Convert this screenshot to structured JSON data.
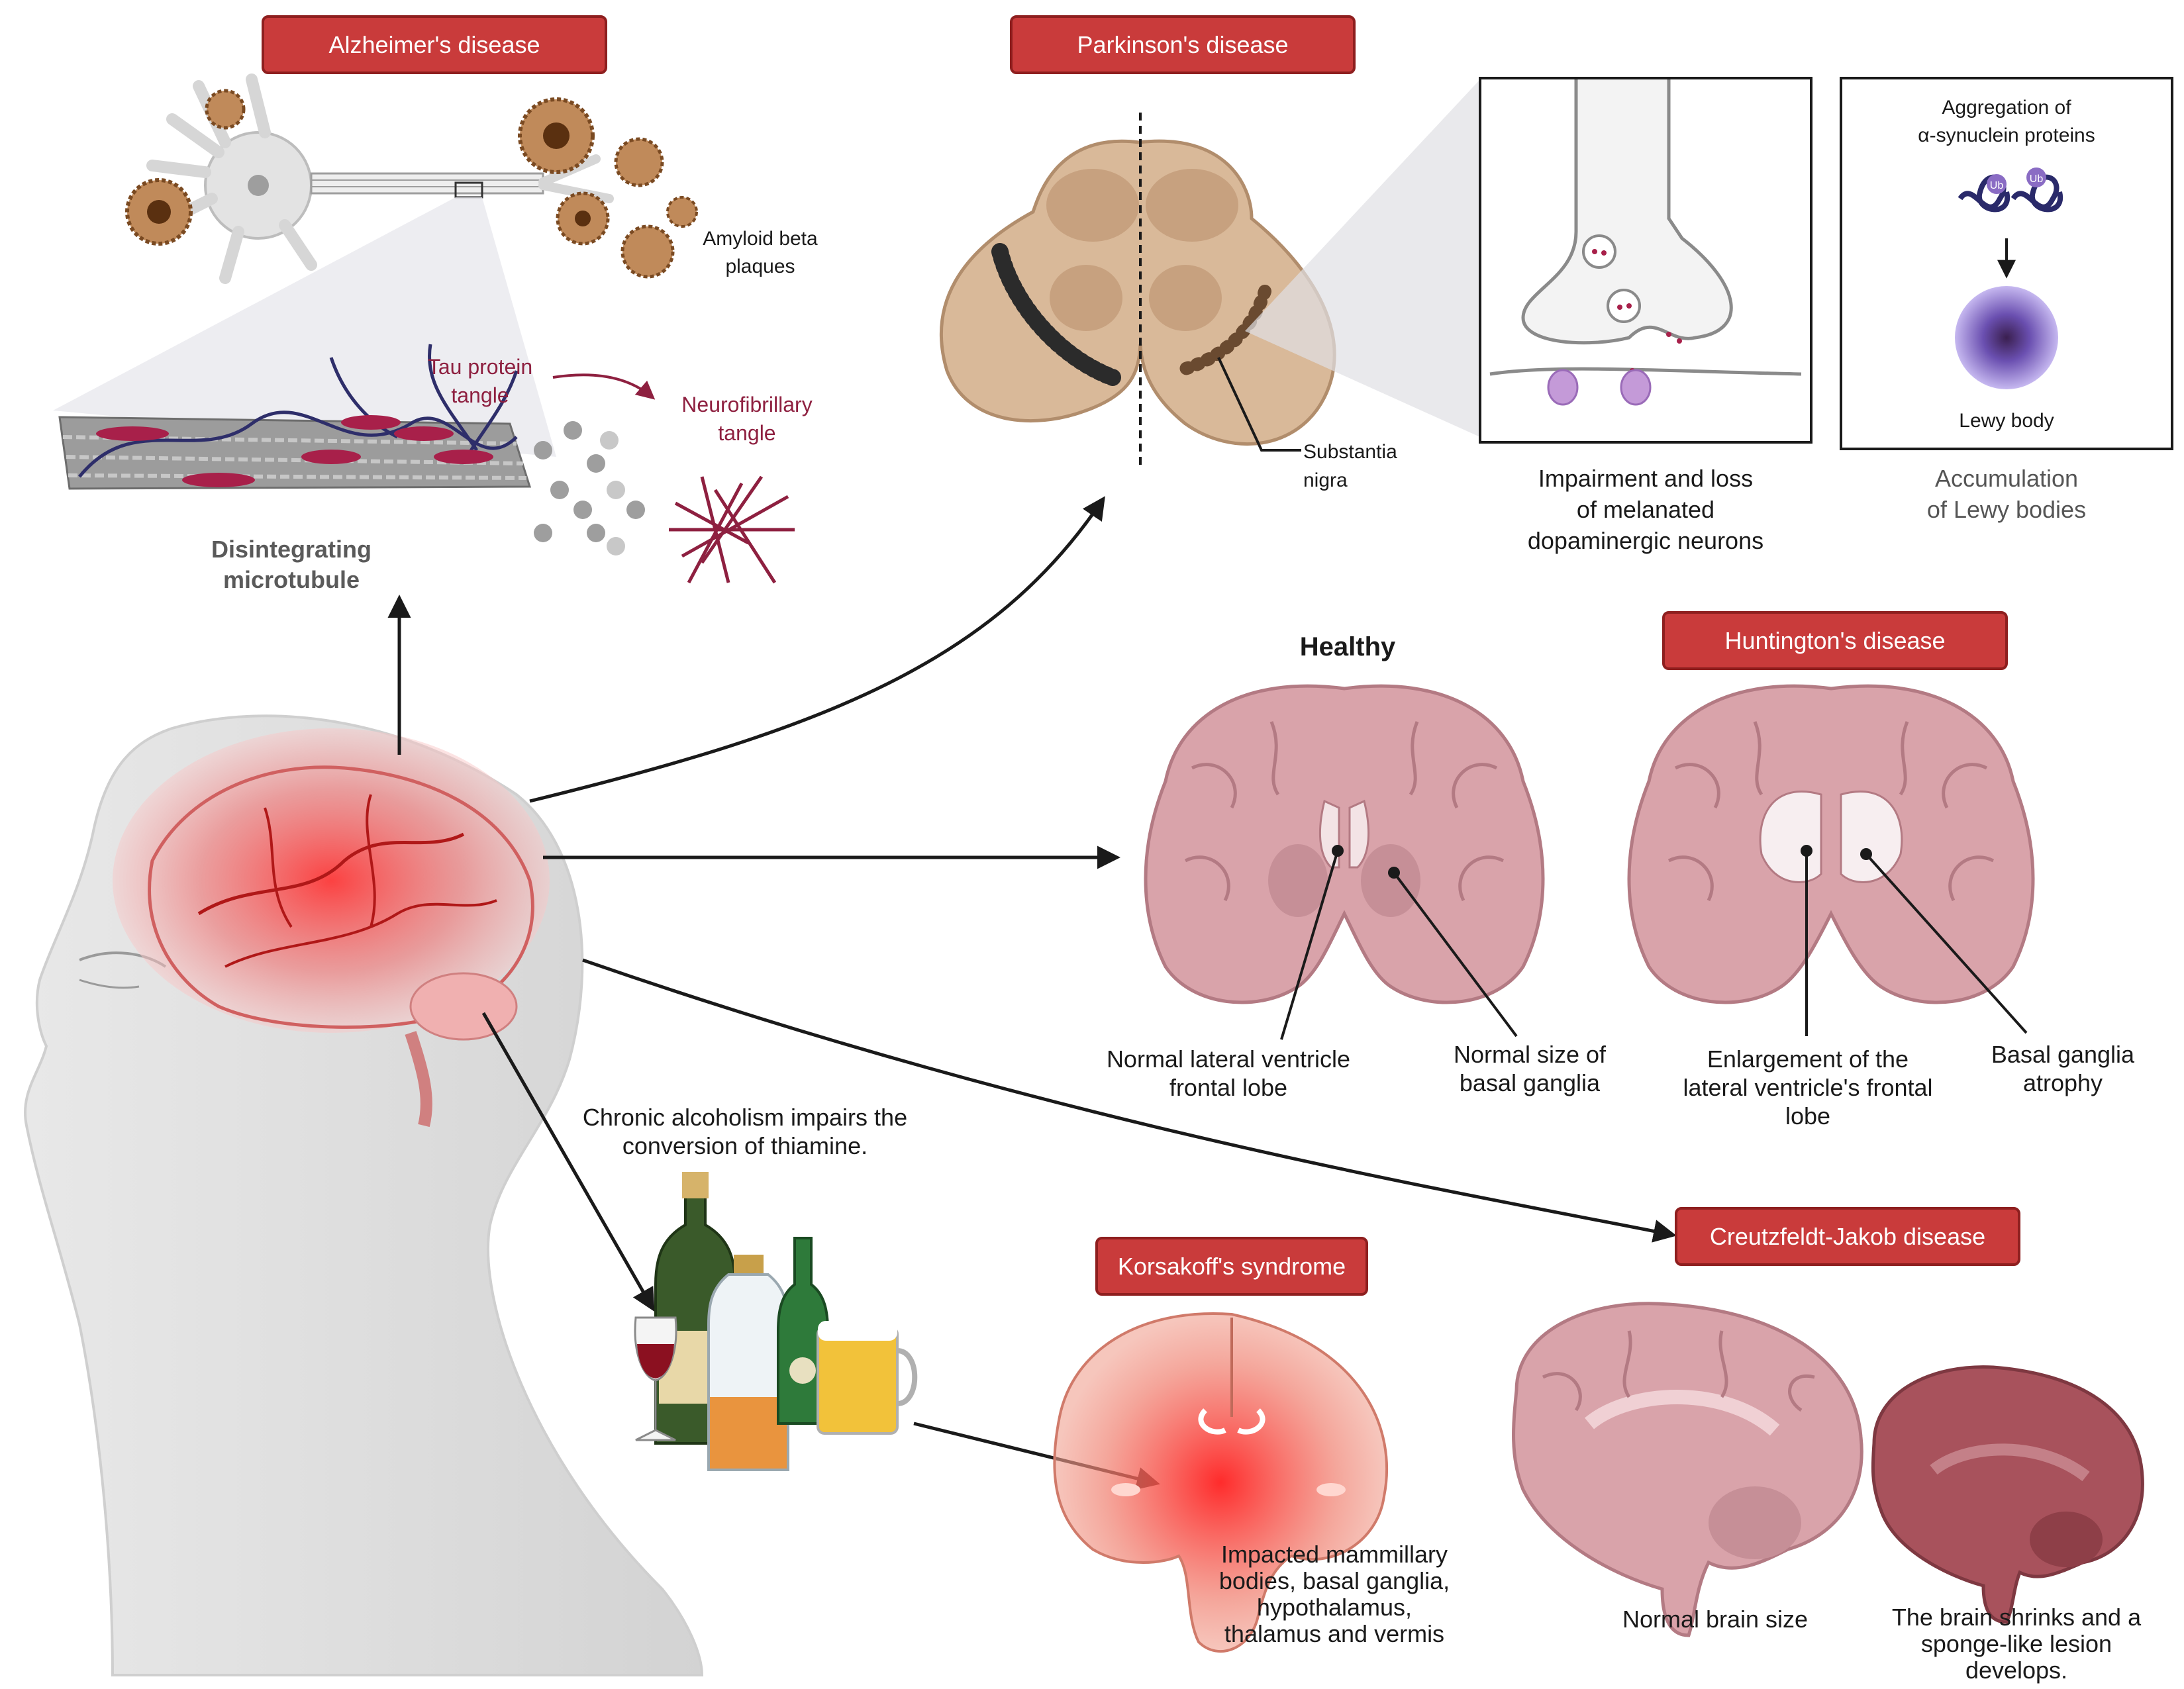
{
  "diseases": {
    "alzheimers": {
      "title": "Alzheimer's disease",
      "amyloid_1": "Amyloid beta",
      "amyloid_2": "plaques",
      "tau_1": "Tau protein",
      "tau_2": "tangle",
      "nft_1": "Neurofibrillary",
      "nft_2": "tangle",
      "micro_1": "Disintegrating",
      "micro_2": "microtubule"
    },
    "parkinsons": {
      "title": "Parkinson's disease",
      "sn_1": "Substantia",
      "sn_2": "nigra",
      "aggr_1": "Aggregation of",
      "aggr_2": "α-synuclein proteins",
      "ub": "Ub",
      "lewy": "Lewy body",
      "impair_1": "Impairment and loss",
      "impair_2": "of melanated",
      "impair_3": "dopaminergic neurons",
      "accum_1": "Accumulation",
      "accum_2": "of Lewy bodies"
    },
    "huntingtons": {
      "title": "Huntington's disease",
      "healthy": "Healthy",
      "normal_vent_1": "Normal lateral ventricle",
      "normal_vent_2": "frontal lobe",
      "normal_bg_1": "Normal size of",
      "normal_bg_2": "basal ganglia",
      "enlarge_1": "Enlargement of the",
      "enlarge_2": "lateral ventricle's frontal",
      "enlarge_3": "lobe",
      "atrophy_1": "Basal ganglia",
      "atrophy_2": "atrophy"
    },
    "korsakoff": {
      "title": "Korsakoff's syndrome",
      "alcohol_1": "Chronic alcoholism impairs the",
      "alcohol_2": "conversion of thiamine.",
      "impacted_1": "Impacted mammillary",
      "impacted_2": "bodies, basal ganglia,",
      "impacted_3": "hypothalamus,",
      "impacted_4": "thalamus and vermis"
    },
    "cjd": {
      "title": "Creutzfeldt-Jakob disease",
      "normal_size": "Normal brain size",
      "shrinks_1": "The brain shrinks and a",
      "shrinks_2": "sponge-like lesion",
      "shrinks_3": "develops."
    }
  },
  "colors": {
    "title_fill": "#c93b3b",
    "title_border": "#8e1f1f",
    "brain_pink": "#d9a3aa",
    "brain_red": "#e03a3a",
    "tissue_tan": "#d7b595",
    "tau_maroon": "#8e2040"
  }
}
